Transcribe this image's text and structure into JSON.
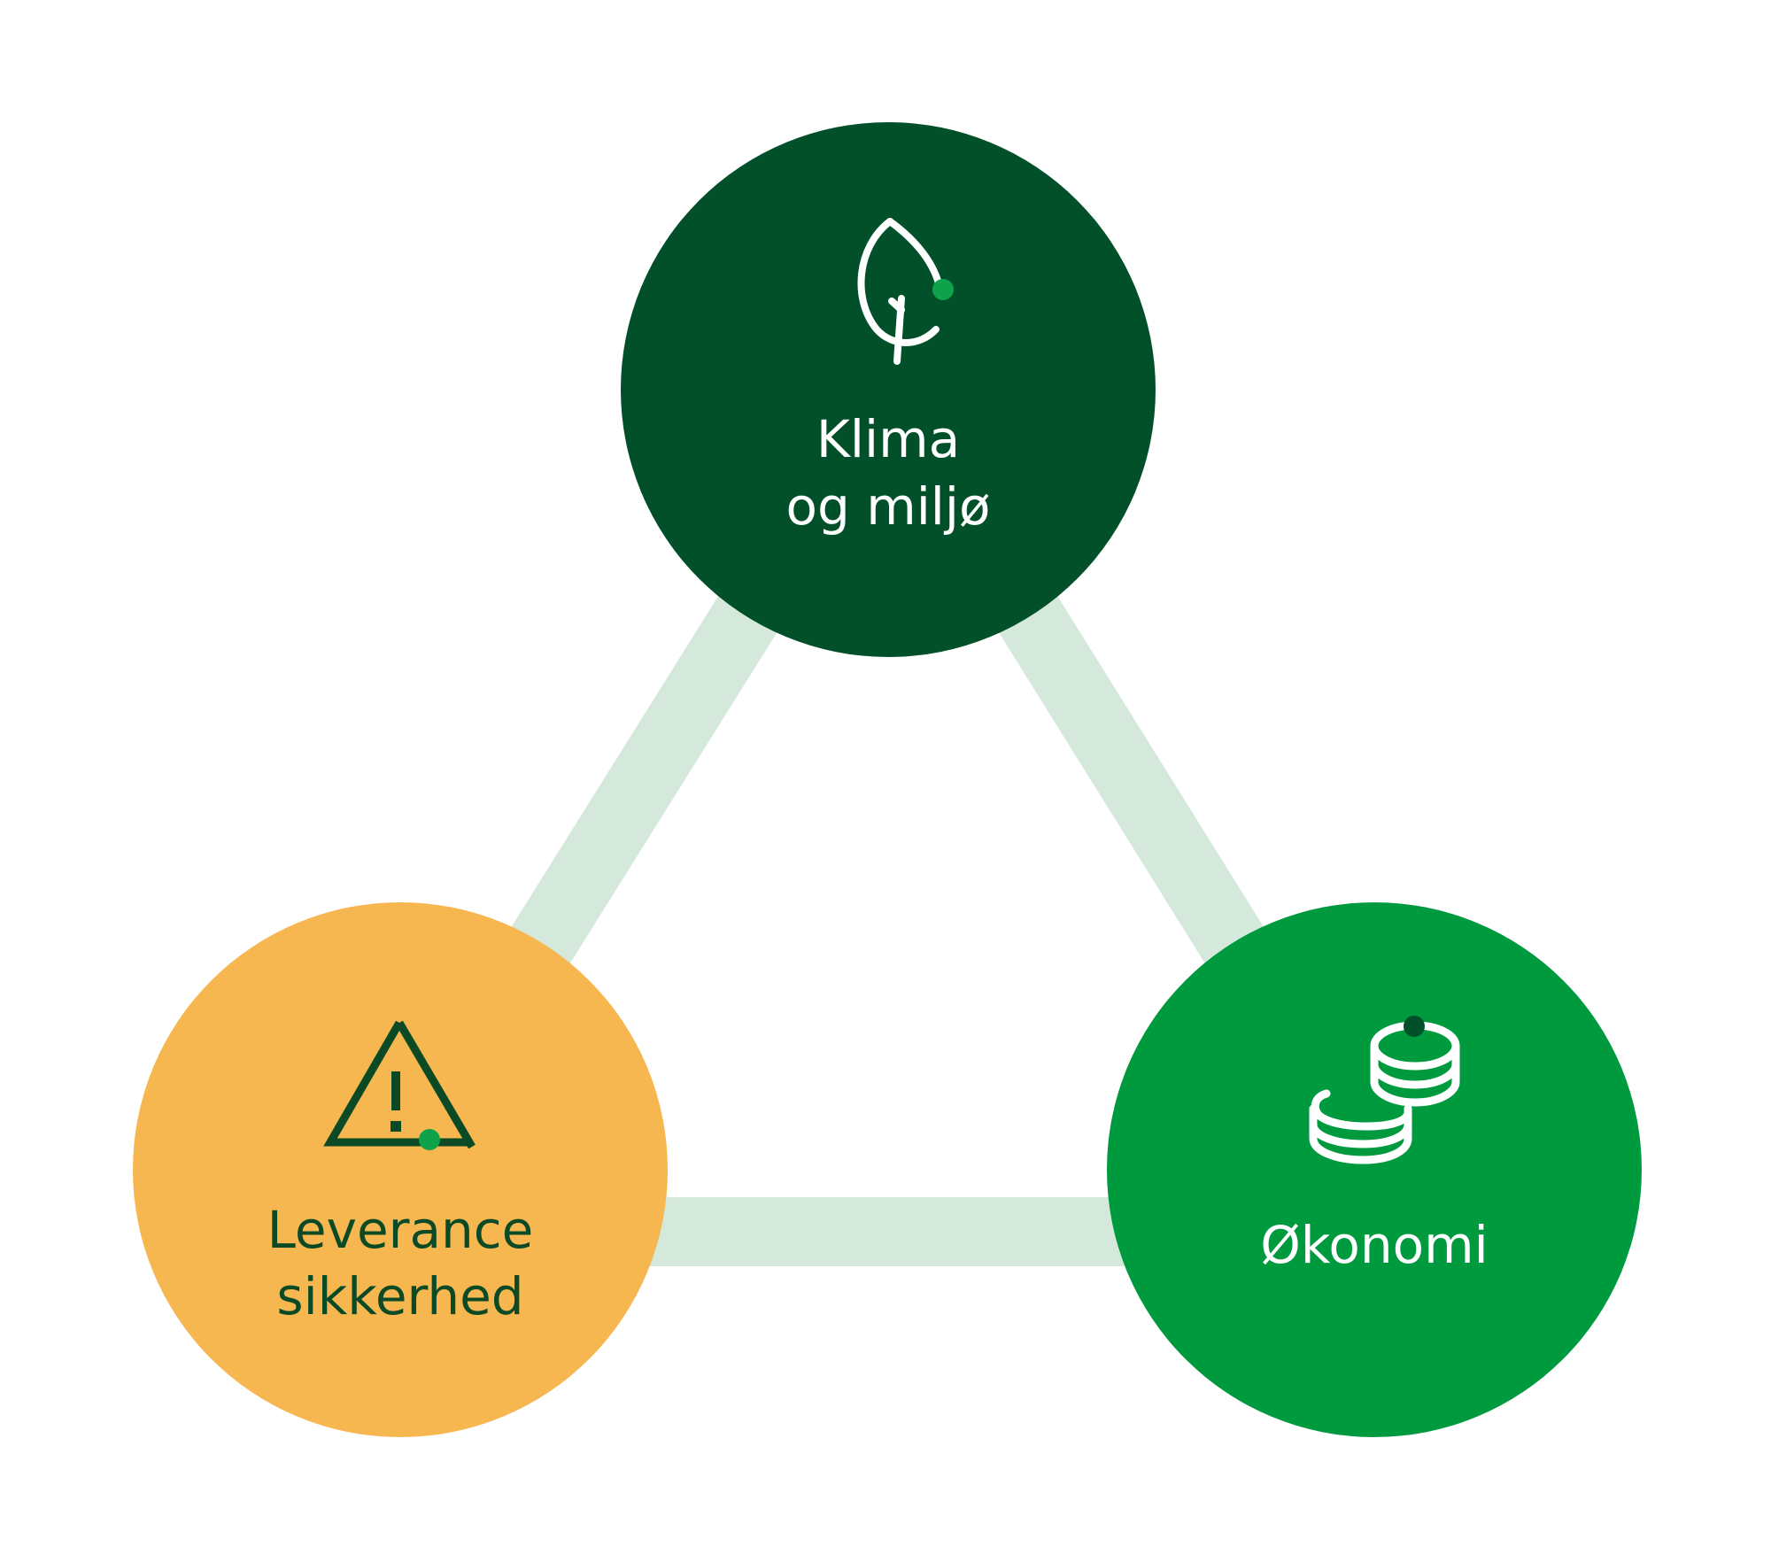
{
  "colors": {
    "background": "#ffffff",
    "connector": "#d4e9dc",
    "klima_fill": "#02502a",
    "okonomi_fill": "#009a3e",
    "leverance_fill": "#f6b750",
    "klima_text": "#ffffff",
    "okonomi_text": "#ffffff",
    "leverance_text": "#0b4a24",
    "accent_dot": "#0ea34a",
    "dark_dot": "#02502a"
  },
  "nodes": {
    "klima": {
      "icon": "leaf-icon",
      "line1": "Klima",
      "line2": "og miljø"
    },
    "okonomi": {
      "icon": "coins-icon",
      "line1": "Økonomi"
    },
    "leverance": {
      "icon": "warning-triangle-icon",
      "line1": "Leverance",
      "line2": "sikkerhed"
    }
  }
}
